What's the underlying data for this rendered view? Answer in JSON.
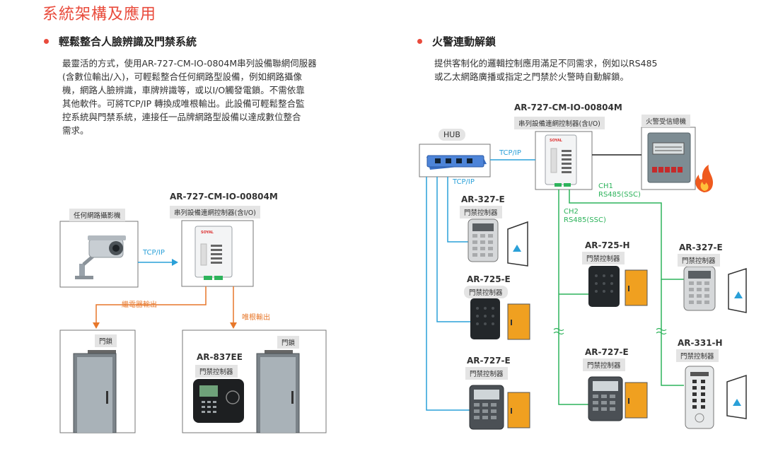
{
  "page_title": "系統架構及應用",
  "left": {
    "heading": "輕鬆整合人臉辨識及門禁系統",
    "paragraph_lines": [
      "最靈活的方式，使用AR-727-CM-IO-0804M串列設備聯網伺服器",
      "(含數位輸出/入)，可輕鬆整合任何網路型設備，例如網路攝像",
      "機，網路人臉辨識，車牌辨識等，或以I/O觸發電鎖。不需依靠",
      "其他軟件。可將TCP/IP 轉換成唯根輸出。此設備可輕鬆整合監",
      "控系統與門禁系統，連接任一品牌網路型設備以達成數位整合",
      "需求。"
    ],
    "camera_label": "任何網路攝影機",
    "server_model": "AR-727-CM-IO-00804M",
    "server_desc": "串列設備連網控制器(含I/O)",
    "tcpip": "TCP/IP",
    "relay_output": "繼電器輸出",
    "wiegand_output": "唯根輸出",
    "door_lock_1": "門鎖",
    "door_lock_2": "門鎖",
    "ar837_model": "AR-837EE",
    "ar837_desc": "門禁控制器",
    "device_brand": "SOYAL"
  },
  "right": {
    "heading": "火警連動解鎖",
    "paragraph_lines": [
      "提供客制化的邏輯控制應用滿足不同需求，例如以RS485",
      "或乙太網路廣播或指定之門禁於火警時自動解鎖。"
    ],
    "hub_label": "HUB",
    "server_model": "AR-727-CM-IO-00804M",
    "server_desc": "串列設備連網控制器(含I/O)",
    "fire_panel": "火警受信總機",
    "tcpip_1": "TCP/IP",
    "tcpip_2": "TCP/IP",
    "ch1": "CH1",
    "ch1_proto": "RS485(SSC)",
    "ch2": "CH2",
    "ch2_proto": "RS485(SSC)",
    "controller_desc": "門禁控制器",
    "devices": {
      "ar327e_a": "AR-327-E",
      "ar725e": "AR-725-E",
      "ar727e_a": "AR-727-E",
      "ar725h": "AR-725-H",
      "ar727e_b": "AR-727-E",
      "ar327e_b": "AR-327-E",
      "ar331h": "AR-331-H"
    }
  },
  "colors": {
    "accent": "#e94b3c",
    "tcp_blue": "#2aa0d8",
    "rs485_green": "#2db35b",
    "output_orange": "#e7772a",
    "door_orange": "#f0a020",
    "hub_blue": "#3a6fc4"
  }
}
